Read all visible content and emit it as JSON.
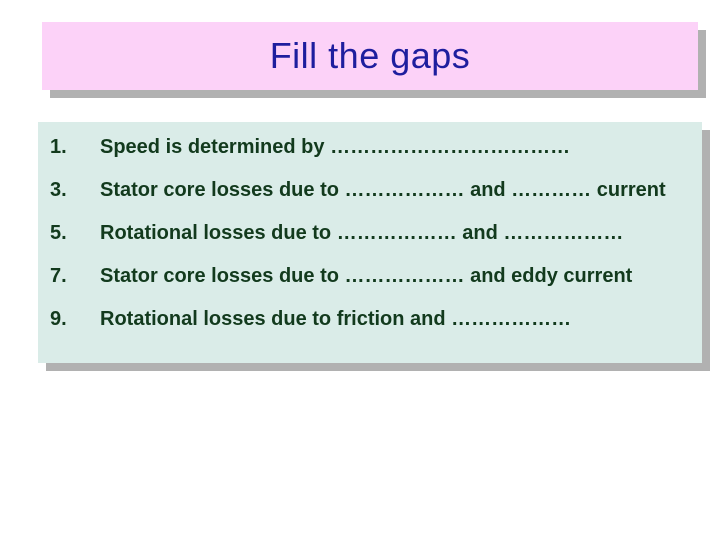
{
  "slide": {
    "title": "Fill the gaps",
    "items": [
      {
        "number": "1.",
        "text": "Speed is determined by ………………………………"
      },
      {
        "number": "3.",
        "text": "Stator core losses due to ……………… and ………… current"
      },
      {
        "number": "5.",
        "text": "Rotational losses due to ……………… and ………………"
      },
      {
        "number": "7.",
        "text": "Stator core losses due to ……………… and eddy current"
      },
      {
        "number": "9.",
        "text": "Rotational losses due to friction and ………………"
      }
    ]
  },
  "colors": {
    "page_bg": "#ffffff",
    "title_bg": "#fcd2f8",
    "title_text": "#1e1e9e",
    "body_bg": "#daece8",
    "body_text": "#123a1d",
    "shadow": "#b1b1b1"
  }
}
